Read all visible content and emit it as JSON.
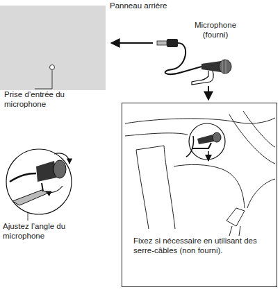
{
  "diagram": {
    "nodes": [
      {
        "text": [
          "Panneau arrière"
        ]
      },
      {
        "text": [
          "Fixez si nécessaire en utilisant des serre-câbles (non fourni)."
        ]
      }
    ],
    "labels": [
      "Prise d’entrée du microphone",
      "Microphone (fourni)",
      "Ajustez l’angle du microphone"
    ]
  }
}
